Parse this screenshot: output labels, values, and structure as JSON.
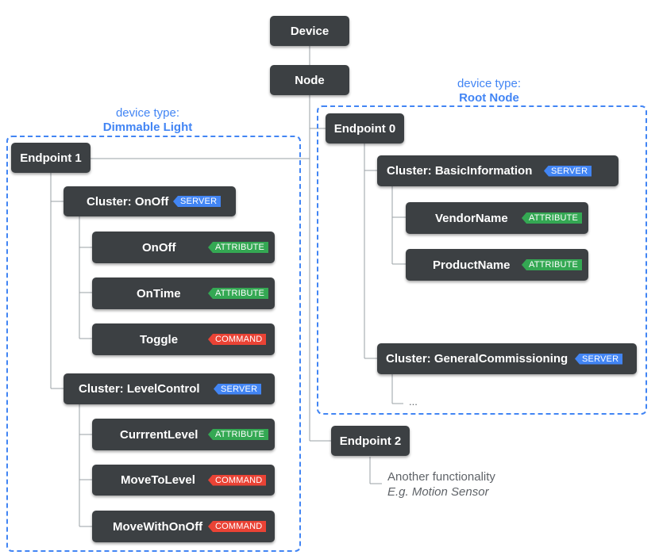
{
  "device": "Device",
  "node": "Node",
  "left_group": {
    "caption": "device type:",
    "type": "Dimmable Light"
  },
  "right_group": {
    "caption": "device type:",
    "type": "Root Node"
  },
  "endpoint0": {
    "label": "Endpoint 0",
    "basic_info": {
      "label": "Cluster: BasicInformation",
      "tag": "SERVER",
      "attrs": [
        {
          "label": "VendorName",
          "tag": "ATTRIBUTE"
        },
        {
          "label": "ProductName",
          "tag": "ATTRIBUTE"
        }
      ]
    },
    "general_comm": {
      "label": "Cluster: GeneralCommissioning",
      "tag": "SERVER"
    },
    "ellipsis": "..."
  },
  "endpoint1": {
    "label": "Endpoint 1",
    "onoff": {
      "label": "Cluster: OnOff",
      "tag": "SERVER",
      "items": [
        {
          "label": "OnOff",
          "tag": "ATTRIBUTE"
        },
        {
          "label": "OnTime",
          "tag": "ATTRIBUTE"
        },
        {
          "label": "Toggle",
          "tag": "COMMAND"
        }
      ]
    },
    "levelcontrol": {
      "label": "Cluster: LevelControl",
      "tag": "SERVER",
      "items": [
        {
          "label": "CurrrentLevel",
          "tag": "ATTRIBUTE"
        },
        {
          "label": "MoveToLevel",
          "tag": "COMMAND"
        },
        {
          "label": "MoveWithOnOff",
          "tag": "COMMAND"
        }
      ]
    }
  },
  "endpoint2": {
    "label": "Endpoint 2",
    "desc": "Another functionality",
    "example": "E.g. Motion Sensor"
  },
  "colors": {
    "node_bg": "#3c4043",
    "accent_blue": "#4285f4",
    "attribute_green": "#34a853",
    "command_red": "#ea4335"
  }
}
